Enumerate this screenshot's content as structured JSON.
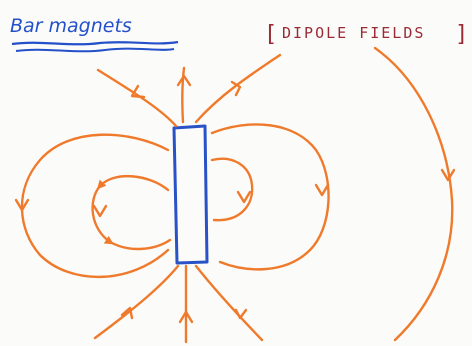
{
  "title": "Bar magnets",
  "label": "DIPOLE FIELDS",
  "colors": {
    "title_ink": "#2451c9",
    "label_ink": "#9a2a36",
    "field_lines": "#f07a2c",
    "magnet": "#2a52c7",
    "paper": "#fbfbf9"
  },
  "elements": {
    "magnet": "bar-magnet",
    "field_lines": "orange-field-lines",
    "arrows": "arrow-icon"
  }
}
